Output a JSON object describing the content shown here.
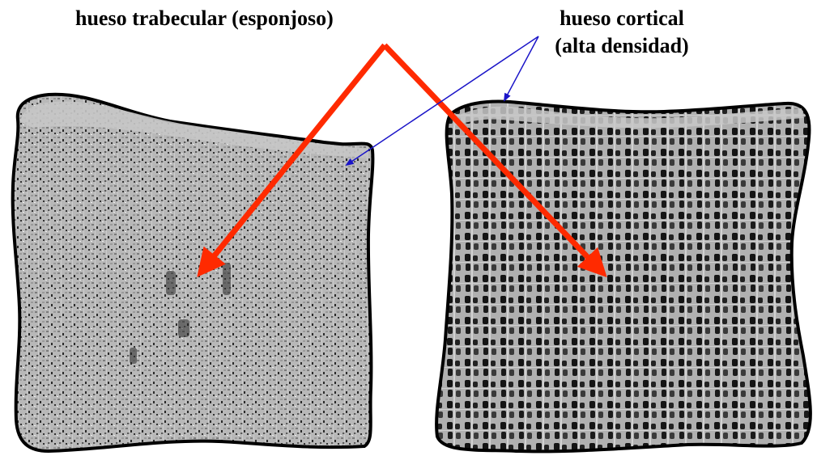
{
  "labels": {
    "trabecular": "hueso trabecular (esponjoso)",
    "cortical_line1": "hueso cortical",
    "cortical_line2": "(alta densidad)"
  },
  "colors": {
    "trabecular_arrow": "#ff2a00",
    "cortical_arrow": "#1a14c8",
    "bone_fill": "#b4b4b4",
    "bone_outline": "#000000",
    "pore_dark": "#1a1a1a",
    "pore_mid": "#808080"
  },
  "figure": {
    "items": [
      "bone-specimen-normal",
      "bone-specimen-osteoporotic"
    ]
  }
}
